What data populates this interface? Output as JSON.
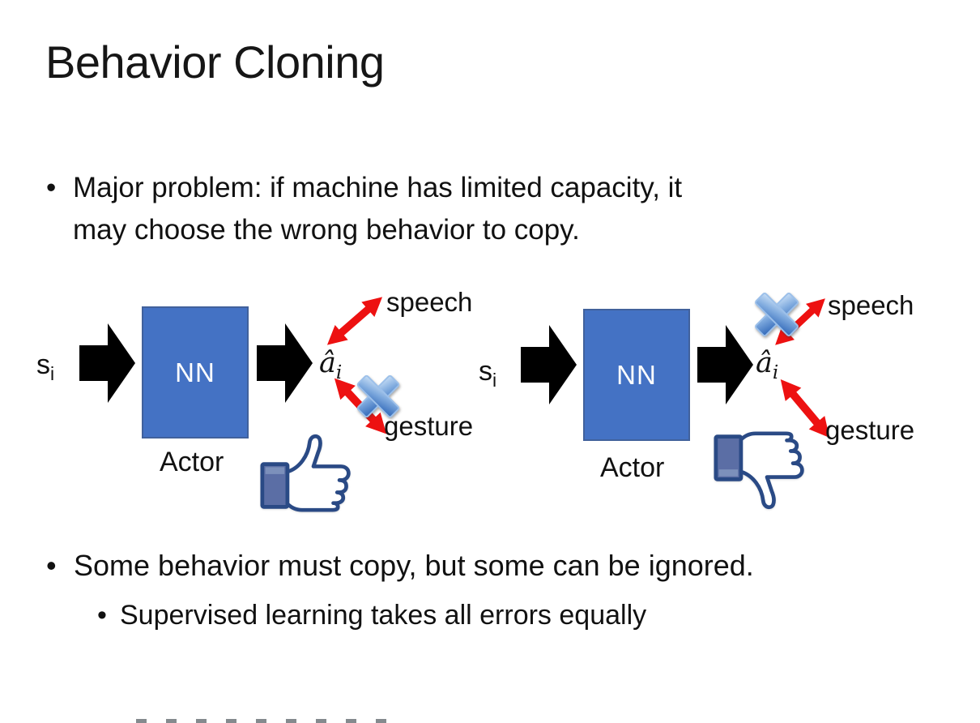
{
  "title": "Behavior Cloning",
  "bullet1": {
    "marker": "•",
    "lines": [
      "Major problem: if machine has limited capacity, it",
      "may choose the wrong behavior to copy."
    ]
  },
  "bullet2": {
    "marker": "•",
    "text": "Some behavior must copy, but some can be ignored."
  },
  "bullet2_sub": {
    "marker": "•",
    "text": "Supervised learning takes all errors equally"
  },
  "diagrams": [
    {
      "input": "s",
      "input_sub": "i",
      "box": "NN",
      "box_caption": "Actor",
      "output": "â",
      "output_sub": "i",
      "branches": [
        {
          "label": "speech",
          "crossed": false
        },
        {
          "label": "gesture",
          "crossed": true
        }
      ],
      "feedback_icon": "thumbs-up"
    },
    {
      "input": "s",
      "input_sub": "i",
      "box": "NN",
      "box_caption": "Actor",
      "output": "â",
      "output_sub": "i",
      "branches": [
        {
          "label": "speech",
          "crossed": true
        },
        {
          "label": "gesture",
          "crossed": false
        }
      ],
      "feedback_icon": "thumbs-down"
    }
  ],
  "colors": {
    "nn_box_fill": "#4472C4",
    "nn_box_border": "#41619C",
    "nn_box_text": "#FFFFFF",
    "arrow_black": "#000000",
    "arrow_red": "#ED1111",
    "cross_blue_light": "#C9DFF6",
    "cross_blue_dark": "#2F67B8",
    "thumb_outline": "#2A4A85",
    "thumb_cuff_fill": "#5B6EA5",
    "text_color": "#111111"
  }
}
